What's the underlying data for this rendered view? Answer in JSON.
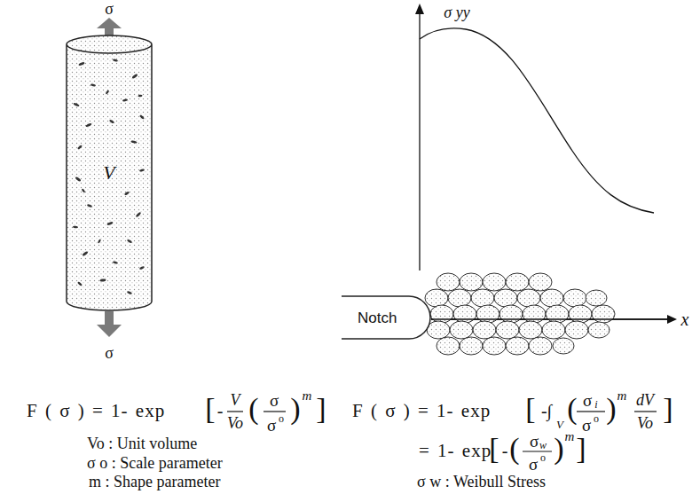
{
  "diagram": {
    "nodes": [
      {
        "text": [
          "V"
        ]
      },
      {
        "text": [
          "Notch"
        ]
      }
    ],
    "labels": [
      "σ",
      "σ",
      "F ( σ ) = 1- exp",
      "[",
      "-",
      "V",
      "Vo",
      "(",
      "σ",
      "σ",
      "o",
      ")",
      "m",
      "]",
      "Vo : Unit volume",
      "σ o : Scale parameter",
      "m : Shape parameter",
      "σ yy",
      "x",
      "F ( σ ) = 1- exp",
      "[",
      "-∫",
      "V",
      "(",
      "σ",
      "i",
      "σ",
      "o",
      ")",
      "m",
      "dV",
      "Vo",
      "]",
      "= 1- exp",
      "[",
      "-",
      "(",
      "σ",
      "w",
      "σ",
      "o",
      ")",
      "m",
      "]",
      "σ w : Weibull Stress"
    ]
  }
}
